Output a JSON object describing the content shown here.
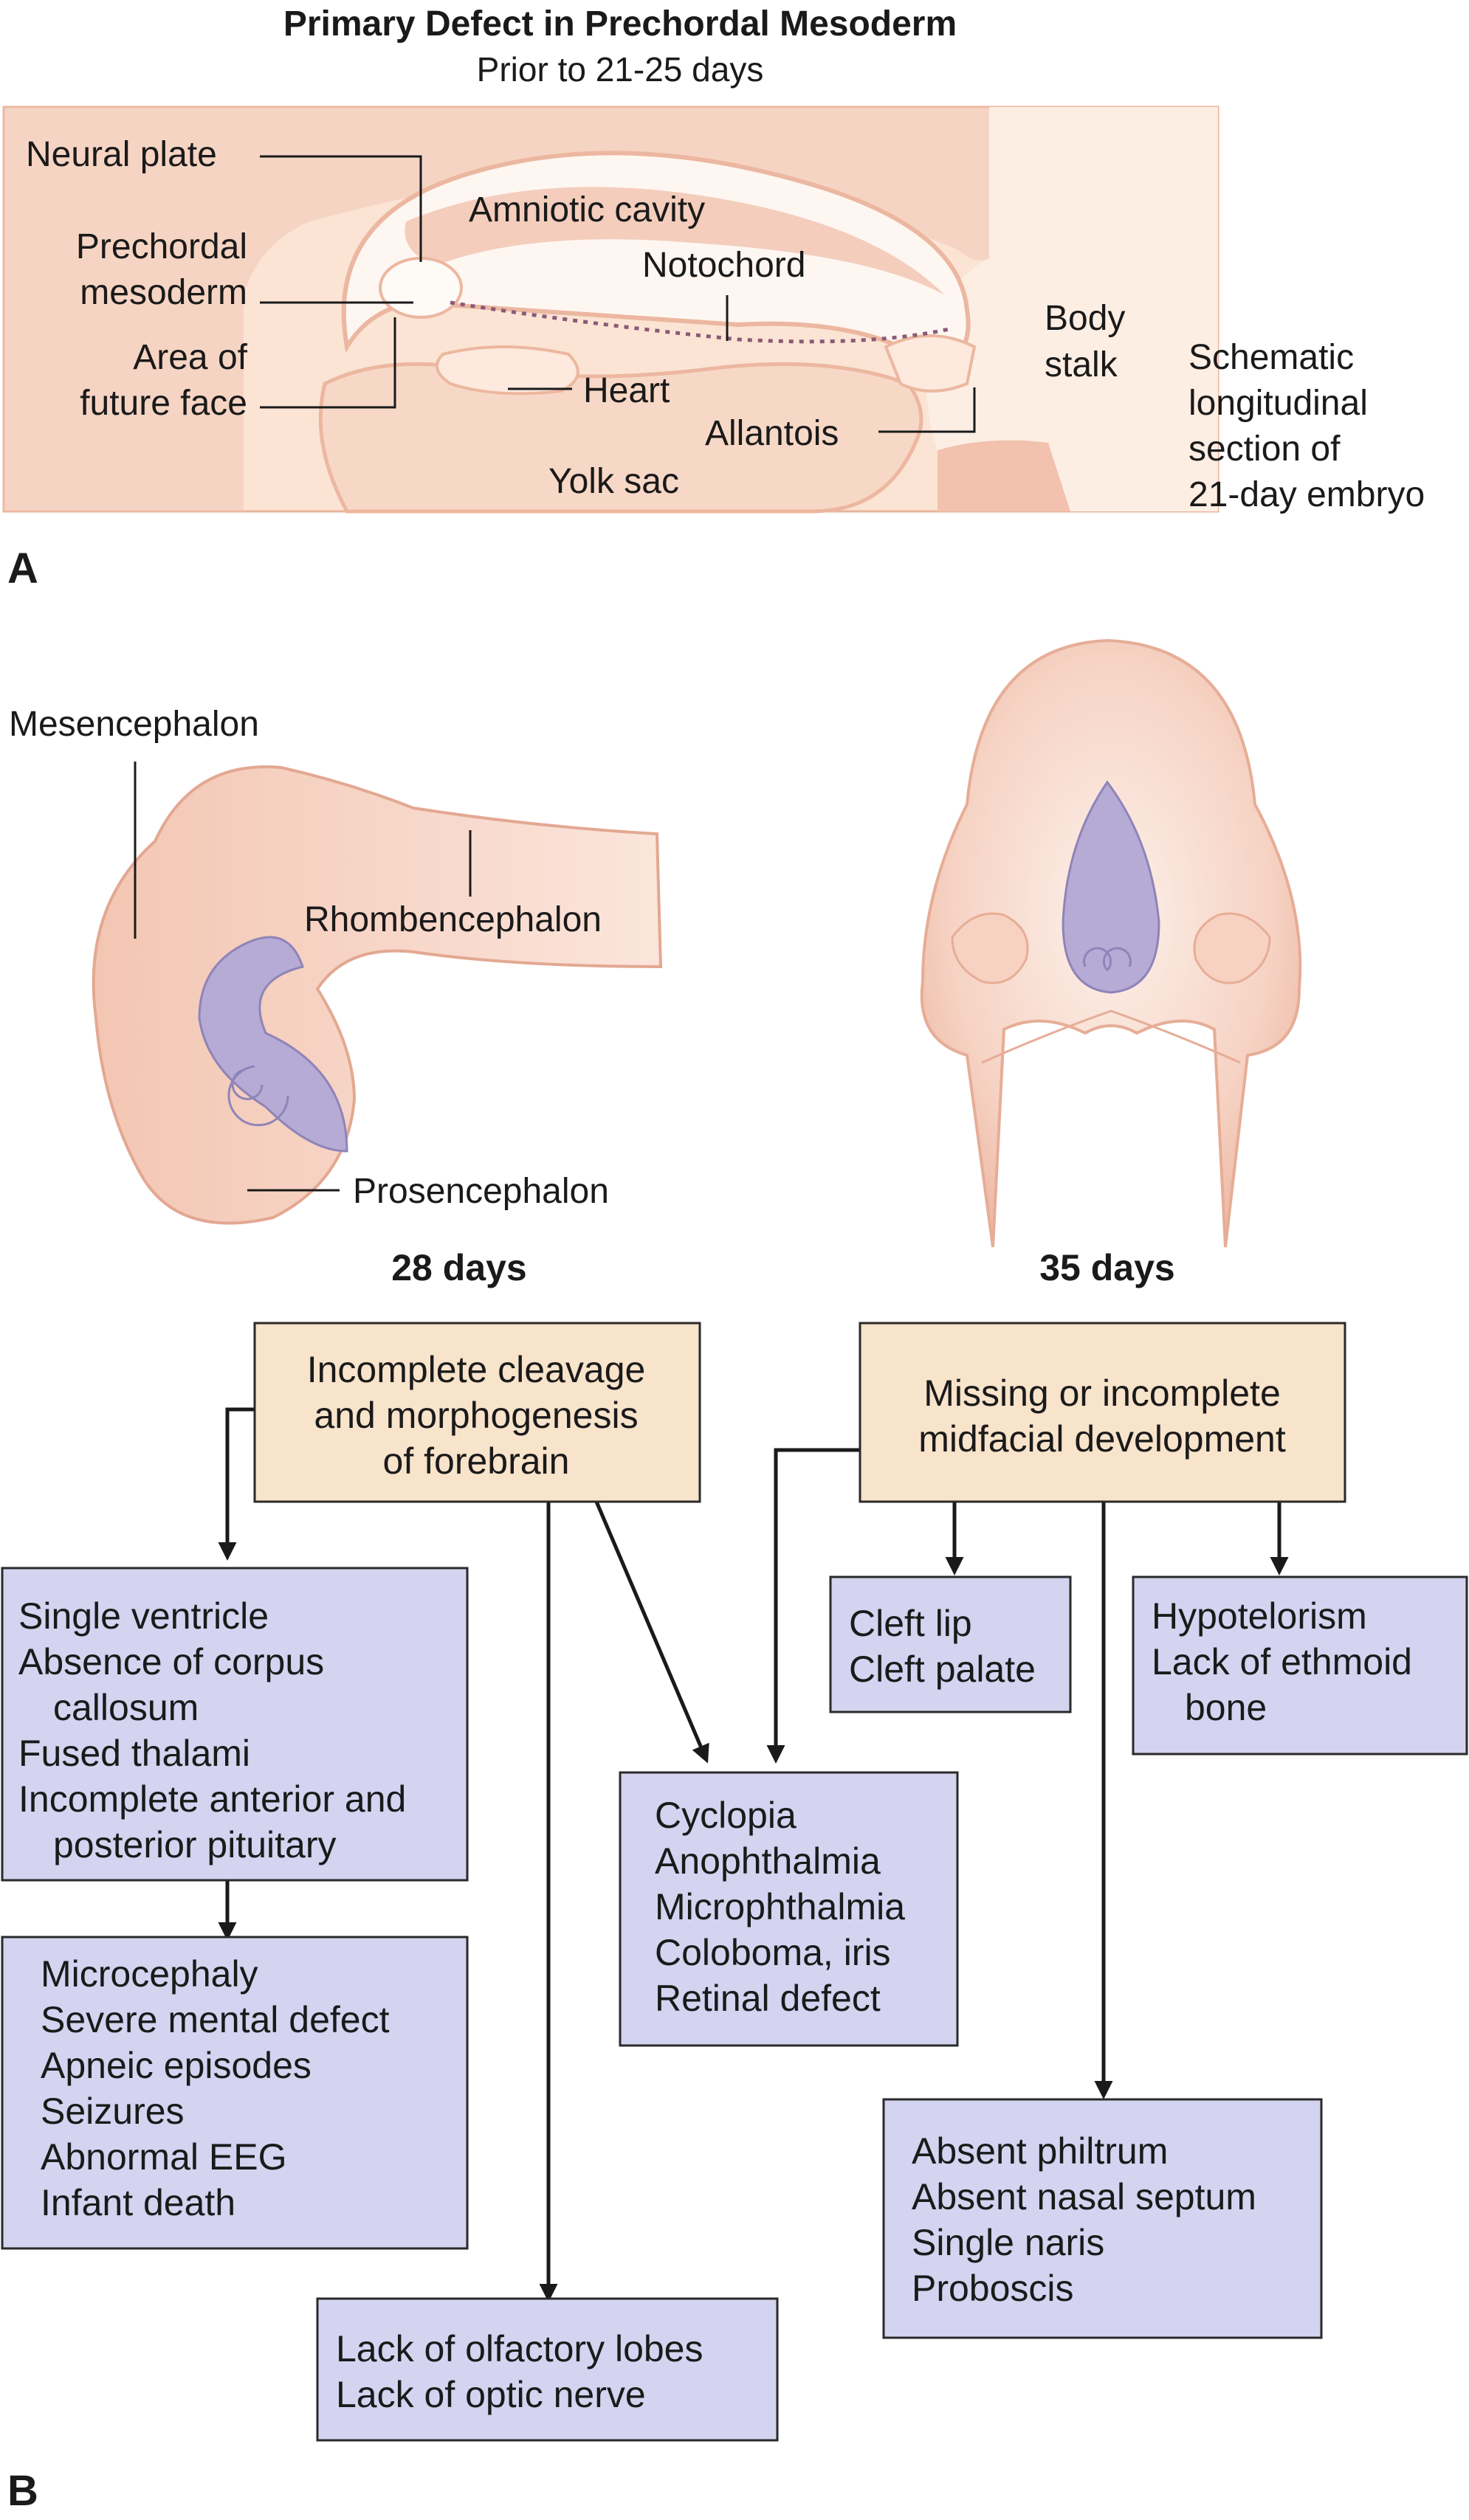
{
  "panel_a": {
    "title": "Primary Defect in Prechordal Mesoderm",
    "subtitle": "Prior to 21-25 days",
    "letter": "A",
    "labels": {
      "neural_plate": "Neural plate",
      "prechordal_1": "Prechordal",
      "prechordal_2": "mesoderm",
      "area_1": "Area of",
      "area_2": "future face",
      "amniotic_cavity": "Amniotic cavity",
      "notochord": "Notochord",
      "heart": "Heart",
      "allantois": "Allantois",
      "yolk_sac": "Yolk sac",
      "body_stalk_1": "Body",
      "body_stalk_2": "stalk"
    },
    "caption": [
      "Schematic",
      "longitudinal",
      "section of",
      "21-day embryo"
    ]
  },
  "panel_b": {
    "letter": "B",
    "labels": {
      "mesencephalon": "Mesencephalon",
      "rhombencephalon": "Rhombencephalon",
      "prosencephalon": "Prosencephalon"
    },
    "day28": "28 days",
    "day35": "35 days",
    "forebrain_box": [
      "Incomplete cleavage",
      "and morphogenesis",
      "of forebrain"
    ],
    "midface_box": [
      "Missing or incomplete",
      "midfacial development"
    ],
    "ventricle_box": [
      "Single ventricle",
      "Absence of corpus",
      "callosum",
      "Fused thalami",
      "Incomplete anterior and",
      "posterior pituitary"
    ],
    "micro_box": [
      "Microcephaly",
      "Severe mental defect",
      "Apneic episodes",
      "Seizures",
      "Abnormal EEG",
      "Infant death"
    ],
    "olfactory_box": [
      "Lack of olfactory lobes",
      "Lack of optic nerve"
    ],
    "cyclopia_box": [
      "Cyclopia",
      "Anophthalmia",
      "Microphthalmia",
      "Coloboma, iris",
      "Retinal defect"
    ],
    "cleft_box": [
      "Cleft lip",
      "Cleft palate"
    ],
    "hypo_box": [
      "Hypotelorism",
      "Lack of ethmoid",
      "bone"
    ],
    "philtrum_box": [
      "Absent philtrum",
      "Absent nasal septum",
      "Single naris",
      "Proboscis"
    ]
  }
}
